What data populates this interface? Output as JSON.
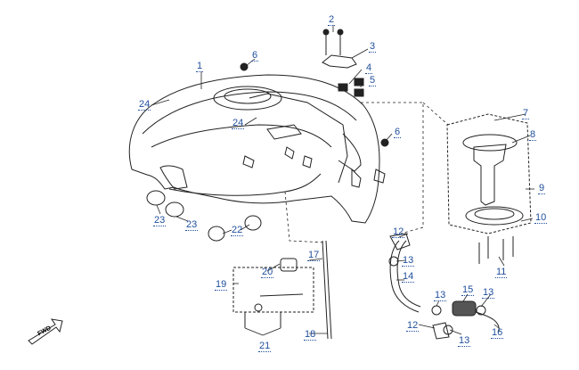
{
  "callouts": {
    "c1": "1",
    "c2": "2",
    "c3": "3",
    "c4": "4",
    "c5": "5",
    "c6a": "6",
    "c6b": "6",
    "c7": "7",
    "c8": "8",
    "c9": "9",
    "c10": "10",
    "c11": "11",
    "c12a": "12",
    "c12b": "12",
    "c13a": "13",
    "c13b": "13",
    "c13c": "13",
    "c13d": "13",
    "c14": "14",
    "c15": "15",
    "c16": "16",
    "c17": "17",
    "c18": "18",
    "c19": "19",
    "c20": "20",
    "c21": "21",
    "c22": "22",
    "c23a": "23",
    "c23b": "23",
    "c24a": "24",
    "c24b": "24"
  },
  "direction_marker": "FWD",
  "colors": {
    "callout": "#1f4e9c",
    "line": "#222222"
  }
}
